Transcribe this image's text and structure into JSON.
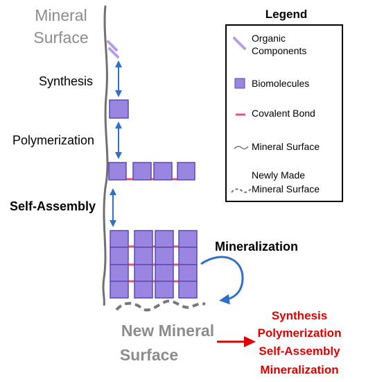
{
  "labels": {
    "mineral_surface": [
      "Mineral",
      "Surface"
    ],
    "synthesis": "Synthesis",
    "polymerization": "Polymerization",
    "self_assembly": "Self-Assembly",
    "mineralization": "Mineralization",
    "new_mineral_surface": [
      "New Mineral",
      "Surface"
    ]
  },
  "legend": {
    "title": "Legend",
    "items": [
      {
        "icon": "organic-component-icon",
        "lines": [
          "Organic",
          "Components"
        ]
      },
      {
        "icon": "biomolecule-icon",
        "lines": [
          "Biomolecules"
        ]
      },
      {
        "icon": "covalent-bond-icon",
        "lines": [
          "Covalent Bond"
        ]
      },
      {
        "icon": "mineral-surface-icon",
        "lines": [
          "Mineral Surface"
        ]
      },
      {
        "icon": "new-mineral-surface-icon",
        "lines": [
          "Newly Made",
          "Mineral Surface"
        ]
      }
    ]
  },
  "cycle_steps": [
    "Synthesis",
    "Polymerization",
    "Self-Assembly",
    "Mineralization"
  ],
  "colors": {
    "biomolecule_fill": "#9a86e0",
    "biomolecule_stroke": "#5a48b0",
    "organic": "#b49ce6",
    "bond": "#e8507a",
    "arrow_blue": "#2f6fc8",
    "mineral_gray": "#707070",
    "label_gray": "#8c8c8c",
    "cycle_red": "#e00000"
  }
}
